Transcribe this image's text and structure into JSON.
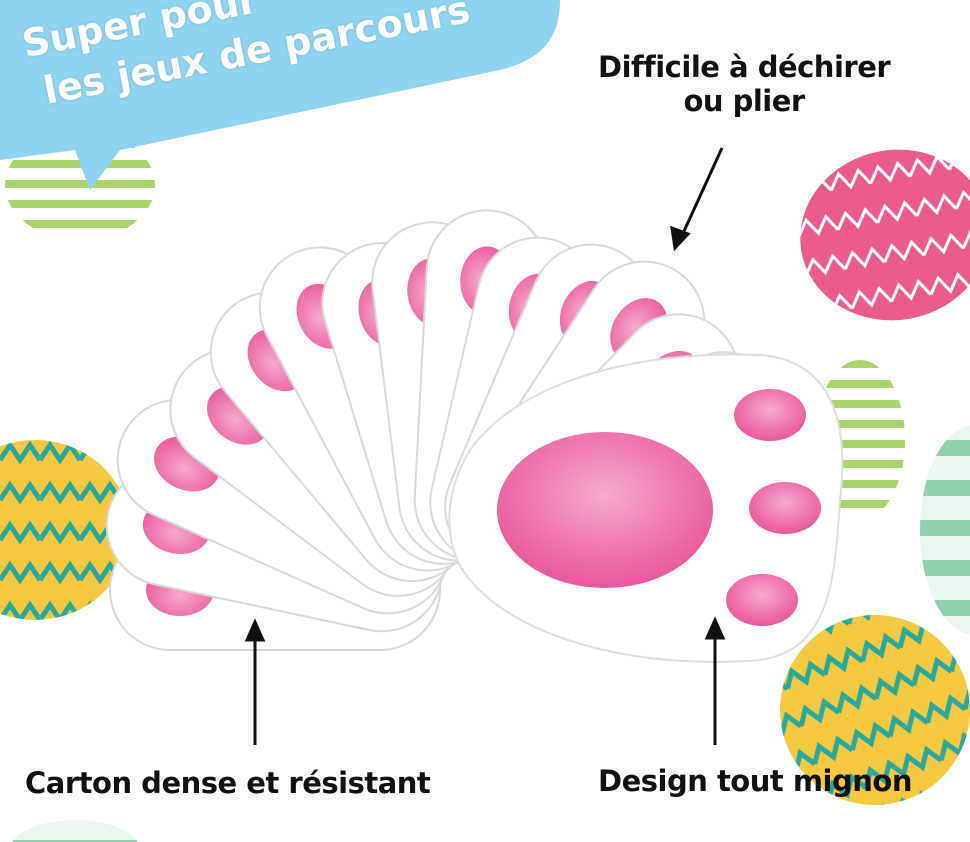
{
  "banner": {
    "line1": "Super pour",
    "line2": "les  jeux de parcours"
  },
  "callouts": {
    "tear": {
      "line1": "Difficile à déchirer",
      "line2": "ou plier"
    },
    "cardboard": "Carton dense et résistant",
    "design": "Design tout mignon"
  },
  "colors": {
    "banner": "#8fd3f0",
    "pink": "#ec5a9c",
    "egg_pink": "#ea5a8c",
    "egg_green": "#9fd9b8",
    "egg_yellow": "#f5c842",
    "egg_teal": "#2aa89a"
  }
}
